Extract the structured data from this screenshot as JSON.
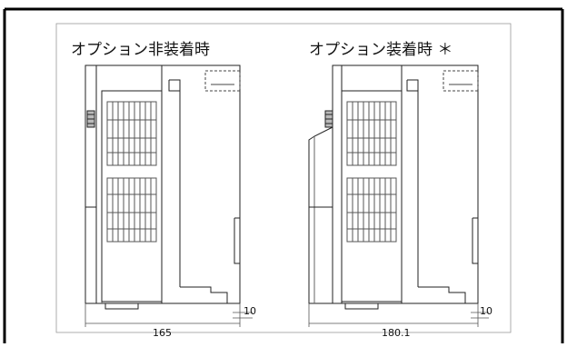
{
  "captions": {
    "left": "オプション非装着時",
    "right": "オプション装着時 ＊"
  },
  "dimensions": {
    "left_width": "165",
    "left_small": "10",
    "right_width": "180.1",
    "right_small": "10"
  },
  "colors": {
    "line": "#222222",
    "light": "#777777"
  }
}
